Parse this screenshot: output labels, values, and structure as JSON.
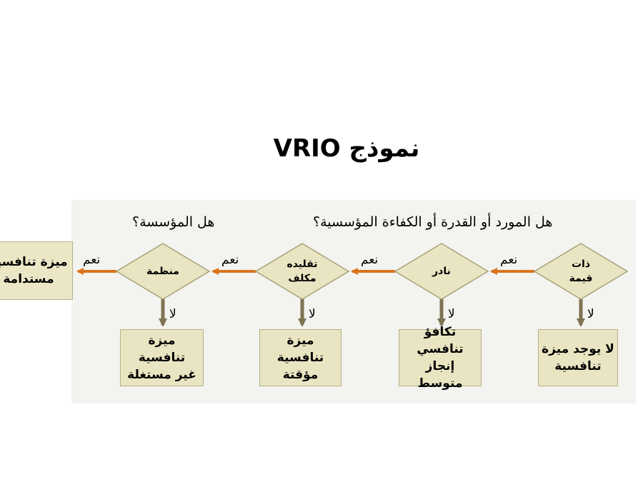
{
  "title": "نموذج VRIO",
  "questions": {
    "resource": "هل المورد أو القدرة أو الكفاءة المؤسسية؟",
    "organization": "هل المؤسسة؟"
  },
  "decisions": [
    {
      "label": "ذات\nقيمة"
    },
    {
      "label": "نادر"
    },
    {
      "label": "تقليده\nمكلف"
    },
    {
      "label": "منظمة"
    }
  ],
  "outcomes": [
    {
      "label": "لا يوجد ميزة\nتنافسية"
    },
    {
      "label": "تكافؤ تنافسي\nإنجاز متوسط"
    },
    {
      "label": "ميزة تنافسية\nمؤقتة"
    },
    {
      "label": "ميزة تنافسية\nغير مستغلة"
    }
  ],
  "final_outcome": "ميزة تنافسية\nمستدامة",
  "yes_label": "نعم",
  "no_label": "لا",
  "colors": {
    "diamond_fill": "#e9e5c2",
    "diamond_stroke": "#a8a27a",
    "yes_arrow": "#d9731c",
    "no_arrow": "#7d7252"
  }
}
